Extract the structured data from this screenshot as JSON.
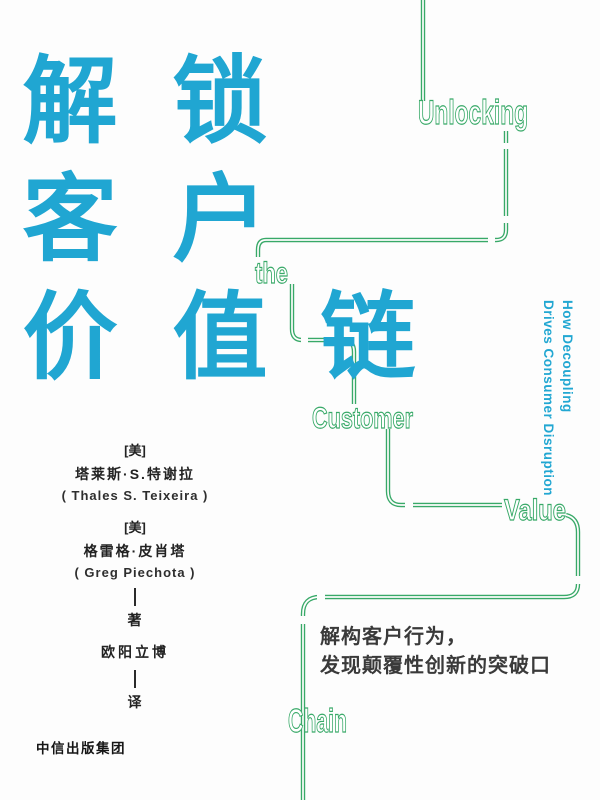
{
  "title": {
    "color": "#20a6d2",
    "chars": [
      {
        "text": "解"
      },
      {
        "text": "锁"
      },
      {
        "text": "客"
      },
      {
        "text": "户"
      },
      {
        "text": "价"
      },
      {
        "text": "值"
      },
      {
        "text": "链"
      }
    ]
  },
  "english_title": {
    "color": "#38a968",
    "words": [
      {
        "text": "Unlocking"
      },
      {
        "text": "the"
      },
      {
        "text": "Customer"
      },
      {
        "text": "Value"
      },
      {
        "text": "Chain"
      }
    ]
  },
  "side_subtitle": {
    "color": "#22a7d2",
    "line1": "How Decoupling",
    "line2": "Drives Consumer Disruption"
  },
  "authors": {
    "author1": {
      "origin": "[美]",
      "name_cn": "塔莱斯·S.特谢拉",
      "name_en": "( Thales S. Teixeira )"
    },
    "author2": {
      "origin": "[美]",
      "name_cn": "格雷格·皮肖塔",
      "name_en": "( Greg Piechota )"
    },
    "role_author": "著",
    "translator_name": "欧阳立博",
    "role_translator": "译"
  },
  "tagline": {
    "line1": "解构客户行为，",
    "line2": "发现颠覆性创新的突破口"
  },
  "publisher": {
    "name": "中信出版集团"
  }
}
